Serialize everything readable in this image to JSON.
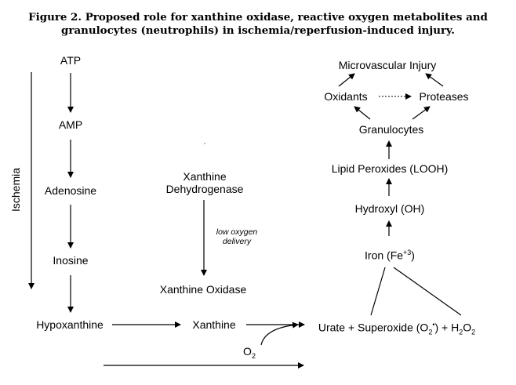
{
  "figure": {
    "title_line1": "Figure 2. Proposed role for xanthine oxidase, reactive oxygen metabolites and",
    "title_line2": "granulocytes (neutrophils) in ischemia/reperfusion-induced injury."
  },
  "labels": {
    "ischemia": "Ischemia",
    "atp": "ATP",
    "amp": "AMP",
    "adenosine": "Adenosine",
    "inosine": "Inosine",
    "hypoxanthine": "Hypoxanthine",
    "xanthine_dehydrogenase_line1": "Xanthine",
    "xanthine_dehydrogenase_line2": "Dehydrogenase",
    "low_oxygen_line1": "low oxygen",
    "low_oxygen_line2": "delivery",
    "xanthine_oxidase": "Xanthine Oxidase",
    "xanthine": "Xanthine",
    "o2_base": "O",
    "o2_sub": "2",
    "urate_superoxide": "Urate + Superoxide (O",
    "superoxide_sub": "2",
    "superoxide_sup": "•",
    "plus_h2o2_prefix": ") + H",
    "h2o2_sub": "2",
    "h2o2_mid": "O",
    "h2o2_sub2": "2",
    "iron_prefix": "Iron (Fe",
    "iron_sup": "+3",
    "iron_suffix": ")",
    "hydroxyl": "Hydroxyl (OH)",
    "lipid_peroxides": "Lipid Peroxides (LOOH)",
    "granulocytes": "Granulocytes",
    "oxidants": "Oxidants",
    "proteases": "Proteases",
    "microvascular_injury": "Microvascular Injury"
  }
}
